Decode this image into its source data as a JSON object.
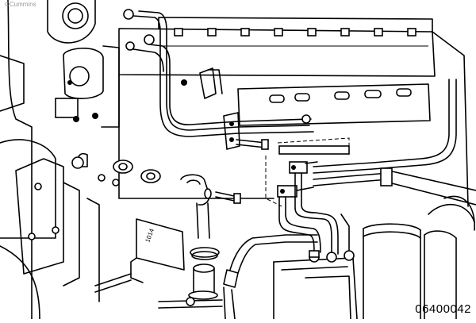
{
  "watermark": "©Cummins",
  "figure_number": "06400042",
  "sleeve_marking": "1014"
}
